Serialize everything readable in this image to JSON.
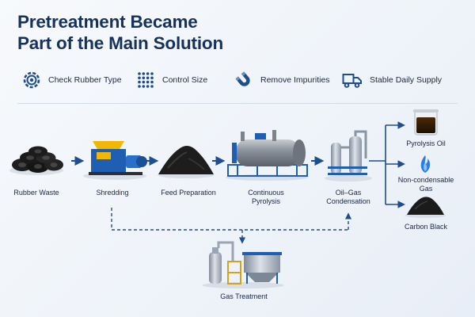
{
  "title": {
    "line1": "Pretreatment Became",
    "line2": "Part of the Main Solution"
  },
  "features": [
    {
      "label": "Check Rubber Type",
      "icon": "gear-icon"
    },
    {
      "label": "Control Size",
      "icon": "grid-dots-icon"
    },
    {
      "label": "Remove Impurities",
      "icon": "magnet-icon"
    },
    {
      "label": "Stable Daily Supply",
      "icon": "truck-icon"
    }
  ],
  "stages": {
    "rubber_waste": "Rubber Waste",
    "shredding": "Shredding",
    "feed_preparation": "Feed Preparation",
    "continuous_pyrolysis": [
      "Continuous",
      "Pyrolysis"
    ],
    "oil_gas_condensation": [
      "Oil–Gas",
      "Condensation"
    ],
    "gas_treatment": "Gas Treatment"
  },
  "outputs": {
    "pyrolysis_oil": "Pyrolysis Oil",
    "non_condensable_gas": [
      "Non-condensable",
      "Gas"
    ],
    "carbon_black": "Carbon Black"
  },
  "colors": {
    "title": "#16325c",
    "accent": "#1f4e8c",
    "divider": "#d3dbe6"
  }
}
